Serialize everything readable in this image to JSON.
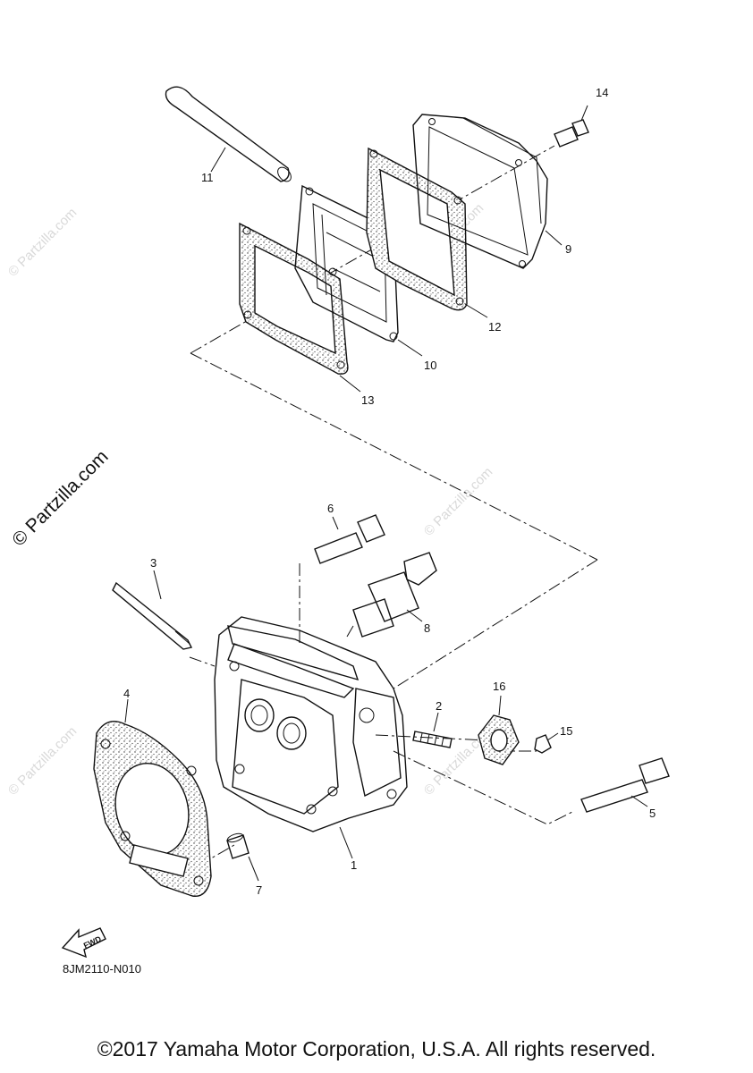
{
  "callouts": {
    "c1": "1",
    "c2": "2",
    "c3": "3",
    "c4": "4",
    "c5": "5",
    "c6": "6",
    "c7": "7",
    "c8": "8",
    "c9": "9",
    "c10": "10",
    "c11": "11",
    "c12": "12",
    "c13": "13",
    "c14": "14",
    "c15": "15",
    "c16": "16"
  },
  "watermark": {
    "text": "© Partzilla.com"
  },
  "fwd_label": "FWD",
  "diagram_code": "8JM2110-N010",
  "copyright": "©2017 Yamaha Motor Corporation, U.S.A. All rights reserved."
}
